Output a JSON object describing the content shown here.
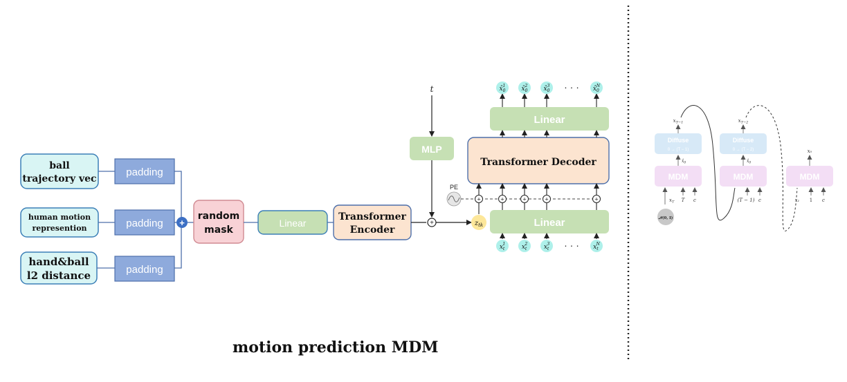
{
  "caption": "motion prediction MDM",
  "inputs": {
    "ball_traj_line1": "ball",
    "ball_traj_line2": "trajectory vec",
    "human_motion_line1": "human motion",
    "human_motion_line2": "represention",
    "hand_ball_line1": "hand&ball",
    "hand_ball_line2": "l2 distance"
  },
  "blocks": {
    "padding": "padding",
    "random_mask_line1": "random",
    "random_mask_line2": "mask",
    "linear": "Linear",
    "encoder_line1": "Transformer",
    "encoder_line2": "Encoder",
    "mlp": "MLP",
    "decoder": "Transformer Decoder",
    "pe": "PE",
    "t": "t",
    "plus": "+"
  },
  "sampling": {
    "mdm": "MDM",
    "diffuse": "Diffuse",
    "diffuse_range_1": "0 → (T − 1)",
    "diffuse_range_2": "0 → (T − 2)",
    "noise": "𝒩(0, I)",
    "x_T": "x_T",
    "T": "T",
    "c": "c",
    "T_minus_1": "(T − 1)",
    "x_1": "x₁",
    "one": "1",
    "x_T_minus_1": "x_{T−1}",
    "x_T_minus_2": "x_{T−2}",
    "x_0": "x₀",
    "x0_hat": "x̂₀"
  },
  "colors": {
    "input_fill": "#d9f5f4",
    "input_stroke": "#3b7fb7",
    "padding_fill": "#8eaadc",
    "padding_stroke": "#4d6faa",
    "mask_fill": "#f8d2d6",
    "mask_stroke": "#d08a92",
    "green_fill": "#c6e0b4",
    "encoder_fill": "#fce4d0",
    "encoder_stroke": "#4d6faa",
    "token_fill": "#aef0ea",
    "ztk_fill": "#fde79a",
    "plus_fill": "#3c6fc4",
    "diffuse_fill": "#d7e9f7",
    "mdm_fill": "#f3def5"
  }
}
